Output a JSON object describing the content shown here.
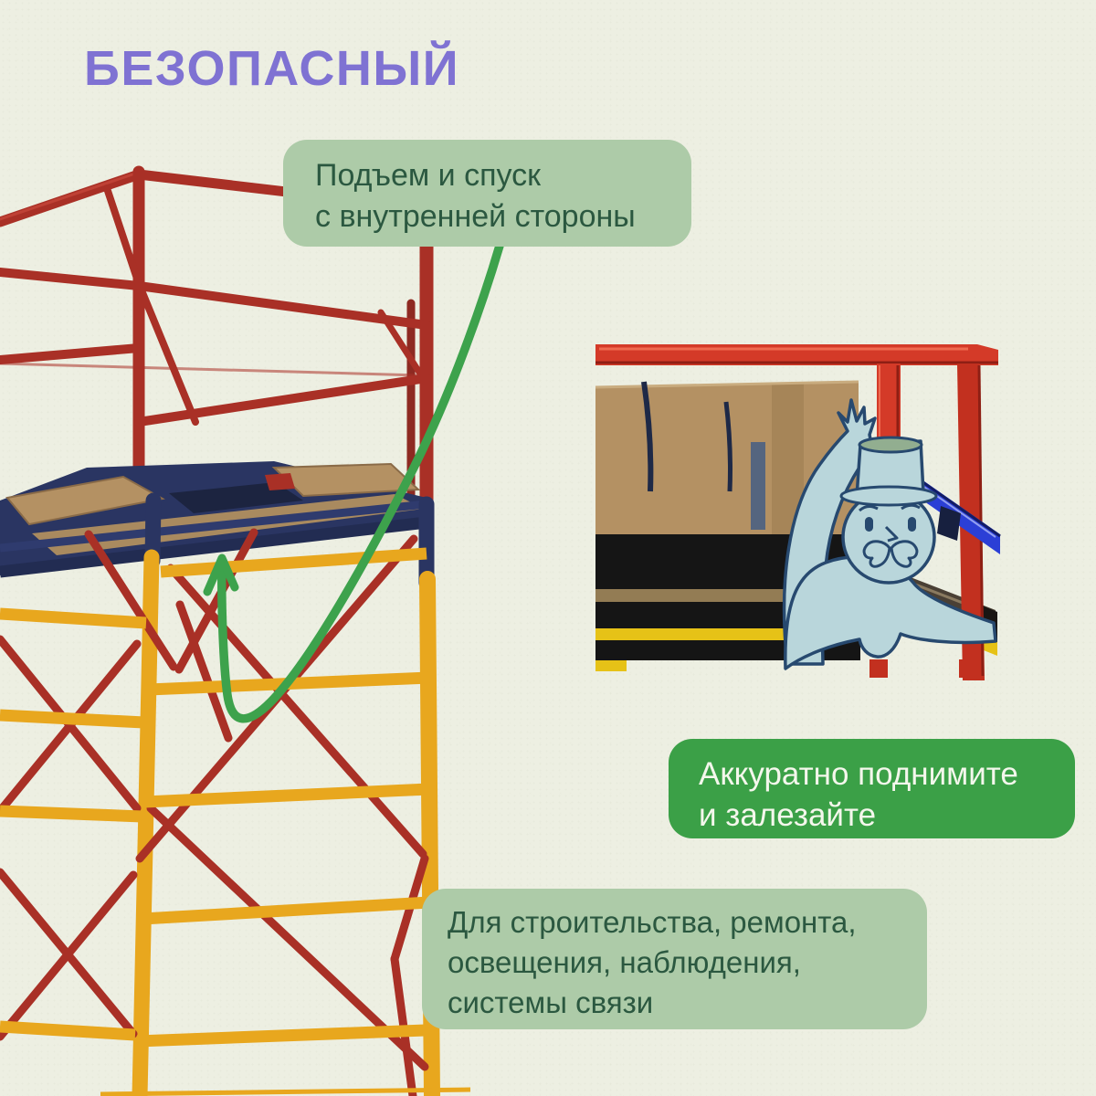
{
  "title": "БЕЗОПАСНЫЙ",
  "callouts": {
    "top": {
      "lines": [
        "Подъем и спуск",
        "с внутренней стороны"
      ]
    },
    "action": {
      "lines": [
        "Аккуратно поднимите",
        "и залезайте"
      ]
    },
    "bottom": {
      "lines": [
        "Для строительства, ремонта,",
        "освещения, наблюдения,",
        "системы связи"
      ]
    }
  },
  "theme": {
    "background": "#EDEFE2",
    "title_color": "#7F72D3",
    "callout_bg": "#ADCBA8",
    "callout_text": "#2B5840",
    "action_bg": "#3BA047",
    "action_text": "#F4F7EC",
    "arrow_color": "#3DA24C",
    "scaffold_red": "#A93026",
    "scaffold_red_bright": "#D43A28",
    "scaffold_yellow": "#E8A71E",
    "scaffold_navy": "#2A3562",
    "plywood": "#B49163",
    "beam_blue": "#2B3FD6",
    "character_fill": "#B9D6DB",
    "character_outline": "#27496F"
  }
}
